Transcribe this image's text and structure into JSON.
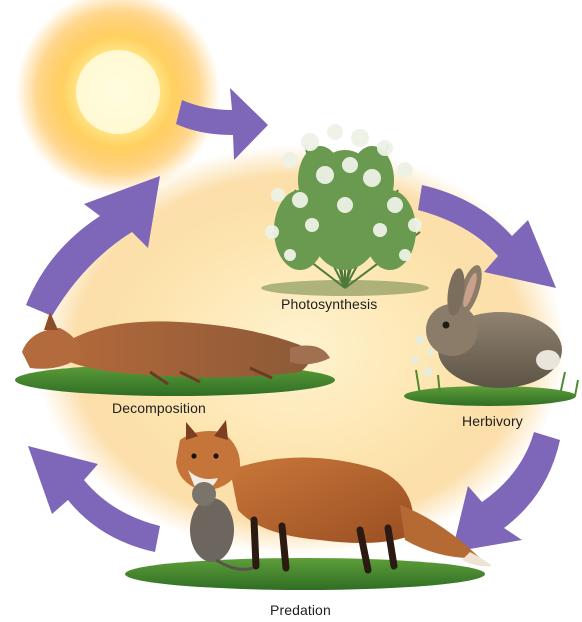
{
  "diagram": {
    "type": "cycle",
    "stages": [
      {
        "id": "photosynthesis",
        "label": "Photosynthesis"
      },
      {
        "id": "herbivory",
        "label": "Herbivory"
      },
      {
        "id": "predation",
        "label": "Predation"
      },
      {
        "id": "decomposition",
        "label": "Decomposition"
      }
    ],
    "flow": [
      "sun",
      "photosynthesis",
      "herbivory",
      "predation",
      "decomposition",
      "sun"
    ],
    "colors": {
      "arrow": "#7e66b8",
      "background_glow": "#fbdca0",
      "sun_core": "#fff6a8",
      "sun_rays": "#ffb730"
    }
  }
}
